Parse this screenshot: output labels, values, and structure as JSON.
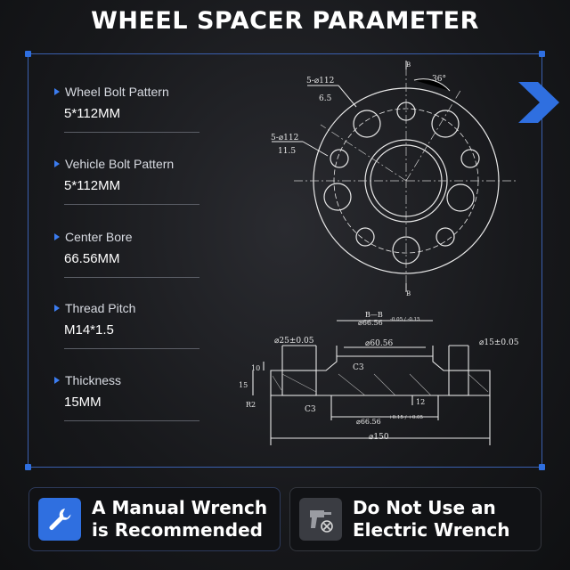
{
  "title": "WHEEL SPACER PARAMETER",
  "parameters": [
    {
      "label": "Wheel Bolt Pattern",
      "value": "5*112MM"
    },
    {
      "label": "Vehicle Bolt Pattern",
      "value": "5*112MM"
    },
    {
      "label": "Center Bore",
      "value": "66.56MM"
    },
    {
      "label": "Thread Pitch",
      "value": "M14*1.5"
    },
    {
      "label": "Thickness",
      "value": "15MM"
    }
  ],
  "drawing": {
    "front_view": {
      "section_mark": "B",
      "angle": "36°",
      "hole_spec_top": "5-⌀112",
      "hole_size_top": "6.5",
      "hole_spec_left": "5-⌀112",
      "hole_size_left": "11.5"
    },
    "section_view": {
      "section_label": "B—B",
      "bore_top": "⌀66.56",
      "bore_top_tol": "-0.05 / -0.15",
      "inner_dia": "⌀60.56",
      "left_hole": "⌀25±0.05",
      "right_hole": "⌀15±0.05",
      "chamfer_top": "C3",
      "chamfer_bottom": "C3",
      "dim_10": "10",
      "dim_15": "15",
      "dim_12": "12",
      "radius": "R2",
      "bore_bottom": "⌀66.56",
      "bore_bottom_tol": "+0.15 / +0.05",
      "outer_dia": "⌀150"
    }
  },
  "cards": {
    "left": {
      "line1": "A Manual Wrench",
      "line2": "is Recommended",
      "icon": "wrench-icon"
    },
    "right": {
      "line1": "Do Not Use an",
      "line2": "Electric Wrench",
      "icon": "no-power-drill-icon"
    }
  },
  "colors": {
    "accent": "#2f6fe0",
    "background": "#17181b",
    "text": "#ffffff"
  }
}
